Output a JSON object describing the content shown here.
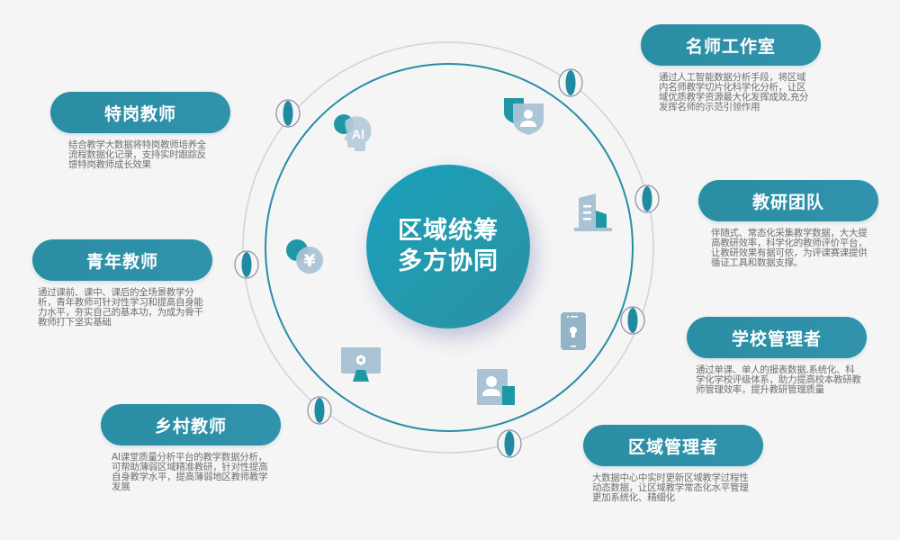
{
  "center": {
    "line1": "区域统筹",
    "line2": "多方协同"
  },
  "roles": [
    {
      "id": "famous-teacher-studio",
      "title": "名师工作室",
      "description": "通过人工智能数据分析手段，将区域内名师教学切片化科学化分析，让区域优质教学资源最大化发挥成效,充分发挥名师的示范引领作用"
    },
    {
      "id": "special-post-teacher",
      "title": "特岗教师",
      "description": "结合教学大数据将特岗教师培养全流程数据化记录，支持实时跟踪反馈特岗教师成长效果"
    },
    {
      "id": "research-team",
      "title": "教研团队",
      "description": "伴随式、常态化采集教学数据，大大提高教研效率，科学化的教师评价平台，让教研效果有据可依，为评课赛课提供循证工具和数据支撑。"
    },
    {
      "id": "young-teacher",
      "title": "青年教师",
      "description": "通过课前、课中、课后的全场景教学分析，青年教师可针对性学习和提高自身能力水平，夯实自己的基本功，为成为骨干教师打下坚实基础"
    },
    {
      "id": "school-manager",
      "title": "学校管理者",
      "description": "通过单课、单人的报表数据,系统化、科学化学校评级体系，助力提高校本教研教师管理效率，提升教研管理质量"
    },
    {
      "id": "rural-teacher",
      "title": "乡村教师",
      "description": "AI课堂质量分析平台的教学数据分析，可帮助薄弱区域精准教研，针对性提高自身教学水平，提高薄弱地区教师教学发展"
    },
    {
      "id": "regional-manager",
      "title": "区域管理者",
      "description": "大数据中心中实时更新区域教学过程性动态数据，让区域教学常态化水平管理更加系统化、精细化"
    }
  ],
  "icons": {
    "ai": "ai-head-icon",
    "shield_user": "shield-user-icon",
    "building": "building-icon",
    "yuan": "yuan-coin-icon",
    "phone_lock": "phone-lock-icon",
    "monitor": "monitor-gear-icon",
    "user_card": "user-card-icon",
    "ai_label": "AI",
    "yuan_label": "¥"
  },
  "colors": {
    "teal": "#2a8ea3",
    "teal_dark": "#1f8aa0",
    "ring_inner": "#2a8ea3",
    "ring_outer": "#c9ccd9",
    "icon_light": "#a9c3d4",
    "text_gray": "#6e6e6e",
    "background": "#f5f5f6"
  }
}
